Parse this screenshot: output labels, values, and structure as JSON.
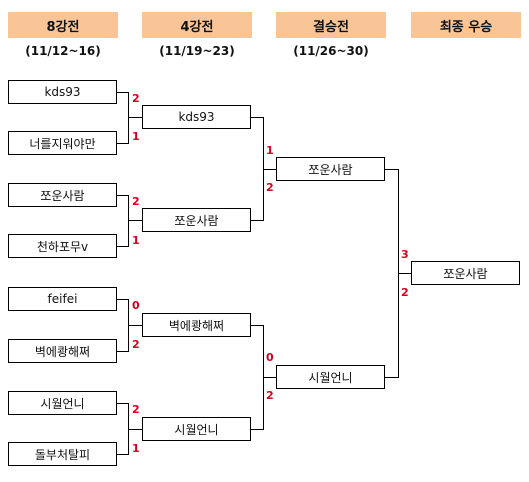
{
  "rounds": [
    {
      "title": "8강전",
      "dates": "(11/12~16)"
    },
    {
      "title": "4강전",
      "dates": "(11/19~23)"
    },
    {
      "title": "결승전",
      "dates": "(11/26~30)"
    },
    {
      "title": "최종 우승",
      "dates": ""
    }
  ],
  "round8": [
    {
      "name": "kds93",
      "score": "2"
    },
    {
      "name": "너를지워야만",
      "score": "1"
    },
    {
      "name": "쪼운사람",
      "score": "2"
    },
    {
      "name": "천하포무v",
      "score": "1"
    },
    {
      "name": "feifei",
      "score": "0"
    },
    {
      "name": "벽에쾅해쩌",
      "score": "2"
    },
    {
      "name": "시월언니",
      "score": "2"
    },
    {
      "name": "돌부처탈피",
      "score": "1"
    }
  ],
  "round4": [
    {
      "name": "kds93",
      "score": "1"
    },
    {
      "name": "쪼운사람",
      "score": "2"
    },
    {
      "name": "벽에쾅해쩌",
      "score": "0"
    },
    {
      "name": "시월언니",
      "score": "2"
    }
  ],
  "final": [
    {
      "name": "쪼운사람",
      "score": "3"
    },
    {
      "name": "시월언니",
      "score": "2"
    }
  ],
  "champion": {
    "name": "쪼운사람"
  }
}
